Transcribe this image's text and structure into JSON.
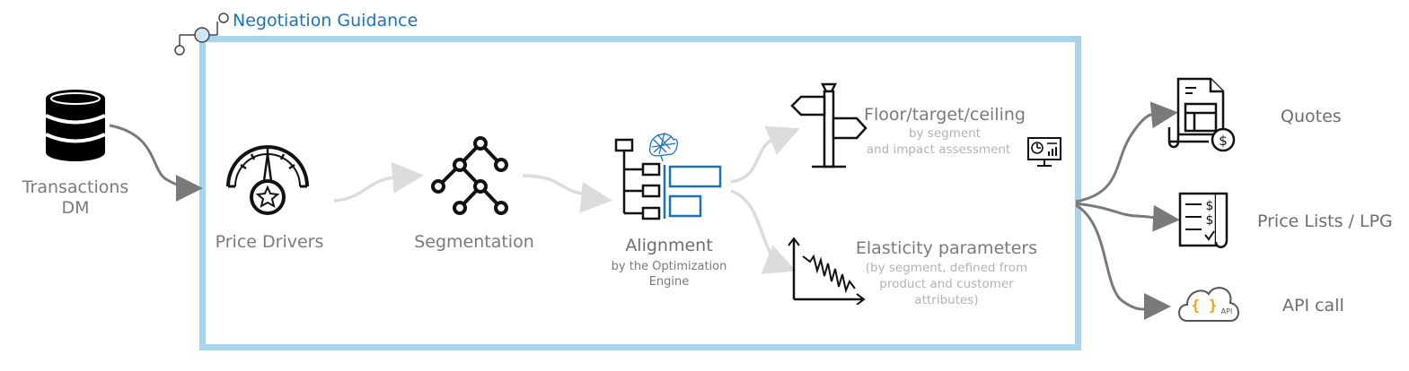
{
  "title": "Negotiation Guidance",
  "source": {
    "label_line1": "Transactions",
    "label_line2": "DM"
  },
  "steps": [
    {
      "label": "Price Drivers"
    },
    {
      "label": "Segmentation"
    },
    {
      "label": "Alignment",
      "sub_line1": "by the Optimization",
      "sub_line2": "Engine"
    }
  ],
  "results": [
    {
      "label": "Floor/target/ceiling",
      "sub_line1": "by segment",
      "sub_line2": "and impact assessment"
    },
    {
      "label": "Elasticity parameters",
      "sub_line1": "(by segment, defined from",
      "sub_line2": "product and customer",
      "sub_line3": "attributes)"
    }
  ],
  "outputs": [
    {
      "label": "Quotes"
    },
    {
      "label": "Price Lists / LPG"
    },
    {
      "label": "API call",
      "icon_text": "API",
      "icon_braces": "{ }"
    }
  ],
  "colors": {
    "frame": "#a8d4ec",
    "title": "#1a73b8",
    "accent_orange": "#f39c12",
    "accent_blue": "#1a73b8"
  }
}
